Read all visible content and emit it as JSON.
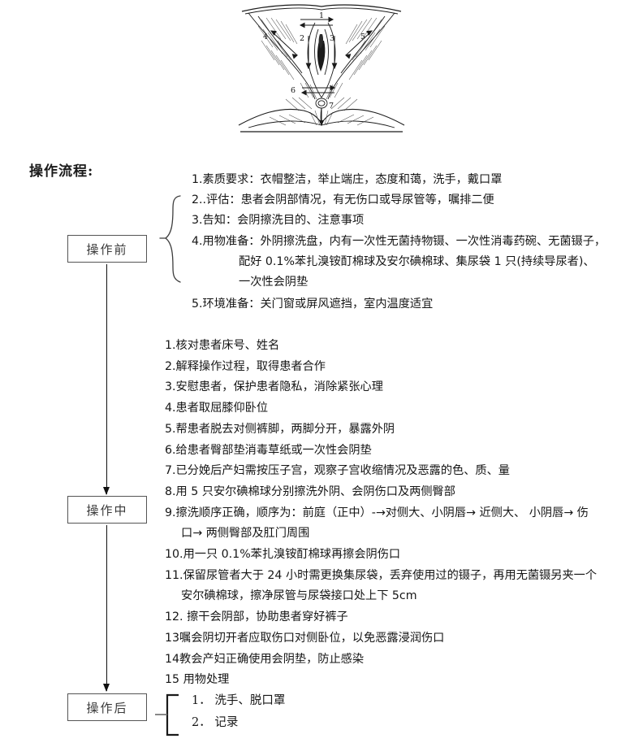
{
  "illustration": {
    "alt": "perineal-cleansing-anatomical-diagram",
    "numbers": [
      "1",
      "2",
      "3",
      "4",
      "5",
      "6",
      "7"
    ]
  },
  "page_title": "操作流程:",
  "flow": {
    "before_label": "操作前",
    "during_label": "操作中",
    "after_label": "操作后"
  },
  "before_steps": [
    {
      "text": "1.素质要求：衣帽整洁，举止端庄，态度和蔼，洗手，戴口罩",
      "indent": false,
      "gap": false
    },
    {
      "text": "2..评估：患者会阴部情况，有无伤口或导尿管等，嘱排二便",
      "indent": false,
      "gap": false
    },
    {
      "text": "3.告知：会阴擦洗目的、注意事项",
      "indent": false,
      "gap": false
    },
    {
      "text": "4.用物准备：外阴擦洗盘，内有一次性无菌持物镊、一次性消毒药碗、无菌镊子，",
      "indent": false,
      "gap": false
    },
    {
      "text": "配好 0.1%苯扎溴铵酊棉球及安尔碘棉球、集尿袋 1 只(持续导尿者)、",
      "indent": true,
      "gap": false
    },
    {
      "text": "一次性会阴垫",
      "indent": true,
      "gap": false
    },
    {
      "text": "5.环境准备：关门窗或屏风遮挡，室内温度适宜",
      "indent": false,
      "gap": true
    }
  ],
  "during_steps": [
    {
      "text": "1.核对患者床号、姓名",
      "indent": false
    },
    {
      "text": "2.解释操作过程，取得患者合作",
      "indent": false
    },
    {
      "text": "3.安慰患者，保护患者隐私，消除紧张心理",
      "indent": false
    },
    {
      "text": "4.患者取屈膝仰卧位",
      "indent": false
    },
    {
      "text": "5.帮患者脱去对侧裤脚，两脚分开，暴露外阴",
      "indent": false
    },
    {
      "text": "6.给患者臀部垫消毒草纸或一次性会阴垫",
      "indent": false
    },
    {
      "text": "7.已分娩后产妇需按压子宫，观察子宫收缩情况及恶露的色、质、量",
      "indent": false
    },
    {
      "text": "8.用 5 只安尔碘棉球分别擦洗外阴、会阴伤口及两侧臀部",
      "indent": false
    },
    {
      "text": "9.擦洗顺序正确，顺序为：前庭（正中）-→对侧大、小阴唇→ 近侧大、 小阴唇→ 伤",
      "indent": false
    },
    {
      "text": "口→ 两侧臀部及肛门周围",
      "indent": true
    },
    {
      "text": "10.用一只 0.1%苯扎溴铵酊棉球再擦会阴伤口",
      "indent": false
    },
    {
      "text": "11.保留尿管者大于 24 小时需更换集尿袋，丢弃使用过的镊子，再用无菌镊另夹一个",
      "indent": false
    },
    {
      "text": "安尔碘棉球，擦净尿管与尿袋接口处上下 5cm",
      "indent": true
    },
    {
      "text": "12. 擦干会阴部，协助患者穿好裤子",
      "indent": false
    },
    {
      "text": "13嘱会阴切开者应取伤口对侧卧位，以免恶露浸润伤口",
      "indent": false
    },
    {
      "text": "14教会产妇正确使用会阴垫，防止感染",
      "indent": false
    },
    {
      "text": "15 用物处理",
      "indent": false
    }
  ],
  "after_steps": [
    {
      "text": "1． 洗手、脱口罩"
    },
    {
      "text": "2． 记录"
    }
  ],
  "colors": {
    "ink": "#161616",
    "box_border": "#555555",
    "box_text": "#3a3a3a",
    "background": "#ffffff"
  }
}
